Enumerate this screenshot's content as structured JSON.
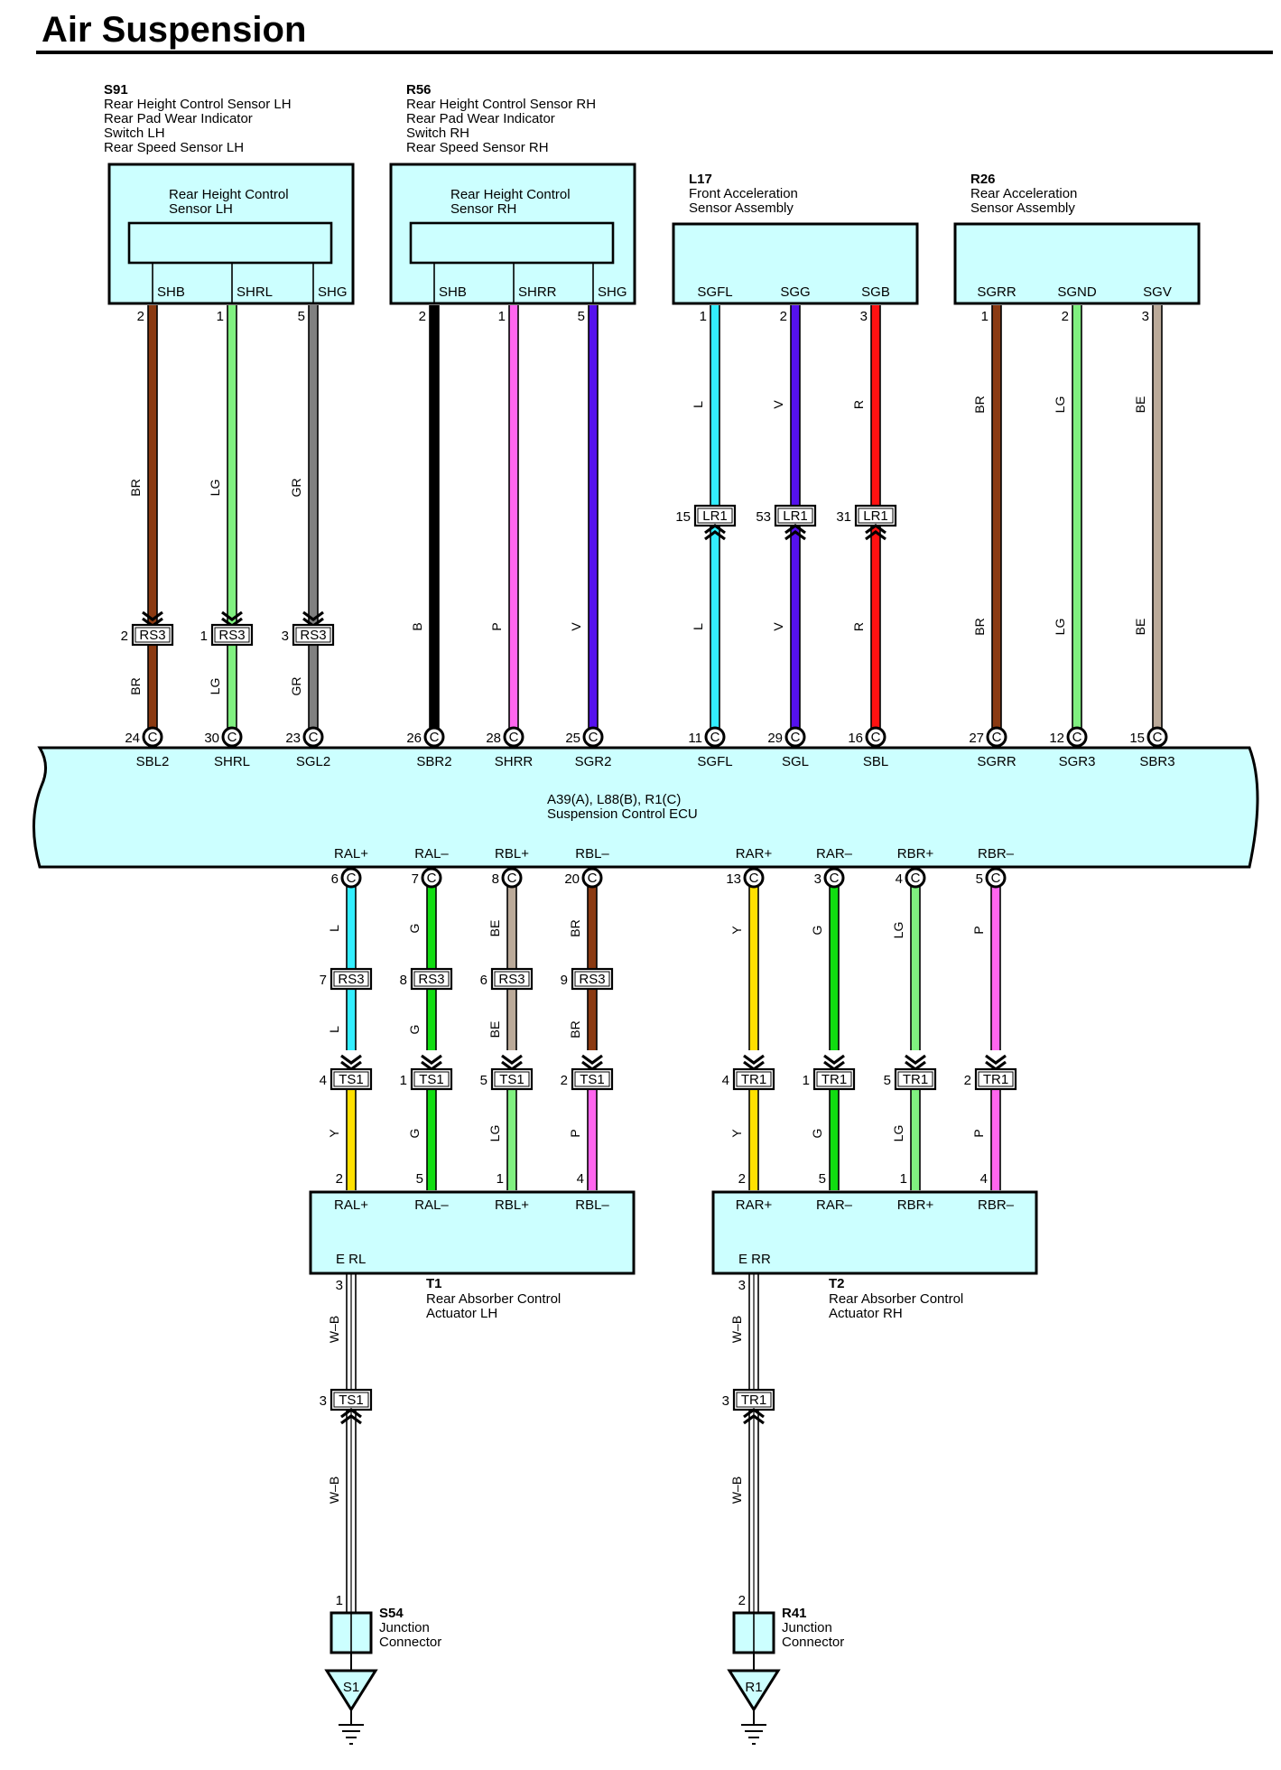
{
  "title": "Air Suspension",
  "components": [
    {
      "id": "s91",
      "code": "S91",
      "lines": [
        "Rear Height Control Sensor LH",
        "Rear Pad Wear Indicator",
        "Switch LH",
        "Rear Speed Sensor LH"
      ],
      "inner": [
        "Rear Height Control",
        "Sensor LH"
      ],
      "pins": [
        "SHB",
        "SHRL",
        "SHG"
      ]
    },
    {
      "id": "r56",
      "code": "R56",
      "lines": [
        "Rear Height Control Sensor RH",
        "Rear Pad Wear Indicator",
        "Switch RH",
        "Rear Speed Sensor RH"
      ],
      "inner": [
        "Rear Height Control",
        "Sensor RH"
      ],
      "pins": [
        "SHB",
        "SHRR",
        "SHG"
      ]
    },
    {
      "id": "l17",
      "code": "L17",
      "lines": [
        "Front Acceleration",
        "Sensor Assembly"
      ],
      "inner": [],
      "pins": [
        "SGFL",
        "SGG",
        "SGB"
      ]
    },
    {
      "id": "r26",
      "code": "R26",
      "lines": [
        "Rear Acceleration",
        "Sensor Assembly"
      ],
      "inner": [],
      "pins": [
        "SGRR",
        "SGND",
        "SGV"
      ]
    }
  ],
  "ecu": {
    "codes": "A39(A), L88(B), R1(C)",
    "name": "Suspension Control ECU"
  },
  "top_wires": [
    {
      "top_pin": "2",
      "color_hex": "#8B3A12",
      "segments": [
        {
          "label": "BR",
          "conn": "RS3",
          "conn_pin": "2"
        },
        {
          "label": "BR"
        }
      ],
      "ecu_pin": "24",
      "ecu_label": "SBL2"
    },
    {
      "top_pin": "1",
      "color_hex": "#80F080",
      "segments": [
        {
          "label": "LG",
          "conn": "RS3",
          "conn_pin": "1"
        },
        {
          "label": "LG"
        }
      ],
      "ecu_pin": "30",
      "ecu_label": "SHRL"
    },
    {
      "top_pin": "5",
      "color_hex": "#808080",
      "segments": [
        {
          "label": "GR",
          "conn": "RS3",
          "conn_pin": "3"
        },
        {
          "label": "GR"
        }
      ],
      "ecu_pin": "23",
      "ecu_label": "SGL2"
    },
    {
      "top_pin": "2",
      "color_hex": "#000000",
      "segments": [
        {
          "label": "B"
        }
      ],
      "ecu_pin": "26",
      "ecu_label": "SBR2"
    },
    {
      "top_pin": "1",
      "color_hex": "#FF66EE",
      "segments": [
        {
          "label": "P"
        }
      ],
      "ecu_pin": "28",
      "ecu_label": "SHRR"
    },
    {
      "top_pin": "5",
      "color_hex": "#5511EE",
      "segments": [
        {
          "label": "V"
        }
      ],
      "ecu_pin": "25",
      "ecu_label": "SGR2"
    },
    {
      "top_pin": "1",
      "color_hex": "#33EEFF",
      "segments": [
        {
          "label": "L",
          "conn": "LR1",
          "conn_pin": "15"
        },
        {
          "label": "L"
        }
      ],
      "ecu_pin": "11",
      "ecu_label": "SGFL"
    },
    {
      "top_pin": "2",
      "color_hex": "#5511EE",
      "segments": [
        {
          "label": "V",
          "conn": "LR1",
          "conn_pin": "53"
        },
        {
          "label": "V"
        }
      ],
      "ecu_pin": "29",
      "ecu_label": "SGL"
    },
    {
      "top_pin": "3",
      "color_hex": "#FF1111",
      "segments": [
        {
          "label": "R",
          "conn": "LR1",
          "conn_pin": "31"
        },
        {
          "label": "R"
        }
      ],
      "ecu_pin": "16",
      "ecu_label": "SBL"
    },
    {
      "top_pin": "1",
      "color_hex": "#8B3A12",
      "segments": [
        {
          "label": "BR"
        },
        {
          "label": "BR"
        }
      ],
      "ecu_pin": "27",
      "ecu_label": "SGRR"
    },
    {
      "top_pin": "2",
      "color_hex": "#80F080",
      "segments": [
        {
          "label": "LG"
        },
        {
          "label": "LG"
        }
      ],
      "ecu_pin": "12",
      "ecu_label": "SGR3"
    },
    {
      "top_pin": "3",
      "color_hex": "#BBAA99",
      "segments": [
        {
          "label": "BE"
        },
        {
          "label": "BE"
        }
      ],
      "ecu_pin": "15",
      "ecu_label": "SBR3"
    }
  ],
  "bottom_wires": [
    {
      "ecu_label": "RAL+",
      "ecu_pin": "6",
      "c1": "#33EEFF",
      "l1": "L",
      "rs": "RS3",
      "rs_pin": "7",
      "l2": "L",
      "ts": "TS1",
      "ts_pin": "4",
      "c3": "#FFE000",
      "l3": "Y",
      "act_pin": "2",
      "act_label": "RAL+"
    },
    {
      "ecu_label": "RAL–",
      "ecu_pin": "7",
      "c1": "#11DD11",
      "l1": "G",
      "rs": "RS3",
      "rs_pin": "8",
      "l2": "G",
      "ts": "TS1",
      "ts_pin": "1",
      "c3": "#11DD11",
      "l3": "G",
      "act_pin": "5",
      "act_label": "RAL–"
    },
    {
      "ecu_label": "RBL+",
      "ecu_pin": "8",
      "c1": "#BBAA99",
      "l1": "BE",
      "rs": "RS3",
      "rs_pin": "6",
      "l2": "BE",
      "ts": "TS1",
      "ts_pin": "5",
      "c3": "#80F080",
      "l3": "LG",
      "act_pin": "1",
      "act_label": "RBL+"
    },
    {
      "ecu_label": "RBL–",
      "ecu_pin": "20",
      "c1": "#8B3A12",
      "l1": "BR",
      "rs": "RS3",
      "rs_pin": "9",
      "l2": "BR",
      "ts": "TS1",
      "ts_pin": "2",
      "c3": "#FF66EE",
      "l3": "P",
      "act_pin": "4",
      "act_label": "RBL–"
    },
    {
      "ecu_label": "RAR+",
      "ecu_pin": "13",
      "c1": "#FFE000",
      "l1": "Y",
      "ts": "TR1",
      "ts_pin": "4",
      "c3": "#FFE000",
      "l3": "Y",
      "act_pin": "2",
      "act_label": "RAR+"
    },
    {
      "ecu_label": "RAR–",
      "ecu_pin": "3",
      "c1": "#11DD11",
      "l1": "G",
      "ts": "TR1",
      "ts_pin": "1",
      "c3": "#11DD11",
      "l3": "G",
      "act_pin": "5",
      "act_label": "RAR–"
    },
    {
      "ecu_label": "RBR+",
      "ecu_pin": "4",
      "c1": "#80F080",
      "l1": "LG",
      "ts": "TR1",
      "ts_pin": "5",
      "c3": "#80F080",
      "l3": "LG",
      "act_pin": "1",
      "act_label": "RBR+"
    },
    {
      "ecu_label": "RBR–",
      "ecu_pin": "5",
      "c1": "#FF66EE",
      "l1": "P",
      "ts": "TR1",
      "ts_pin": "2",
      "c3": "#FF66EE",
      "l3": "P",
      "act_pin": "4",
      "act_label": "RBR–"
    }
  ],
  "ecu_pin_letter": "C",
  "actuators": [
    {
      "code": "T1",
      "lines": [
        "Rear Absorber Control",
        "Actuator LH"
      ],
      "ground_label": "E RL",
      "ground_pin": "3",
      "wire_label": "W–B",
      "conn": "TS1",
      "conn_pin": "3",
      "junction_pin": "1",
      "junction_code": "S54",
      "junction_lines": [
        "Junction",
        "Connector"
      ],
      "ground_symbol": "S1"
    },
    {
      "code": "T2",
      "lines": [
        "Rear Absorber Control",
        "Actuator RH"
      ],
      "ground_label": "E RR",
      "ground_pin": "3",
      "wire_label": "W–B",
      "conn": "TR1",
      "conn_pin": "3",
      "junction_pin": "2",
      "junction_code": "R41",
      "junction_lines": [
        "Junction",
        "Connector"
      ],
      "ground_symbol": "R1"
    }
  ],
  "colors": {
    "box_fill": "#CCFFFF",
    "line": "#000000"
  }
}
